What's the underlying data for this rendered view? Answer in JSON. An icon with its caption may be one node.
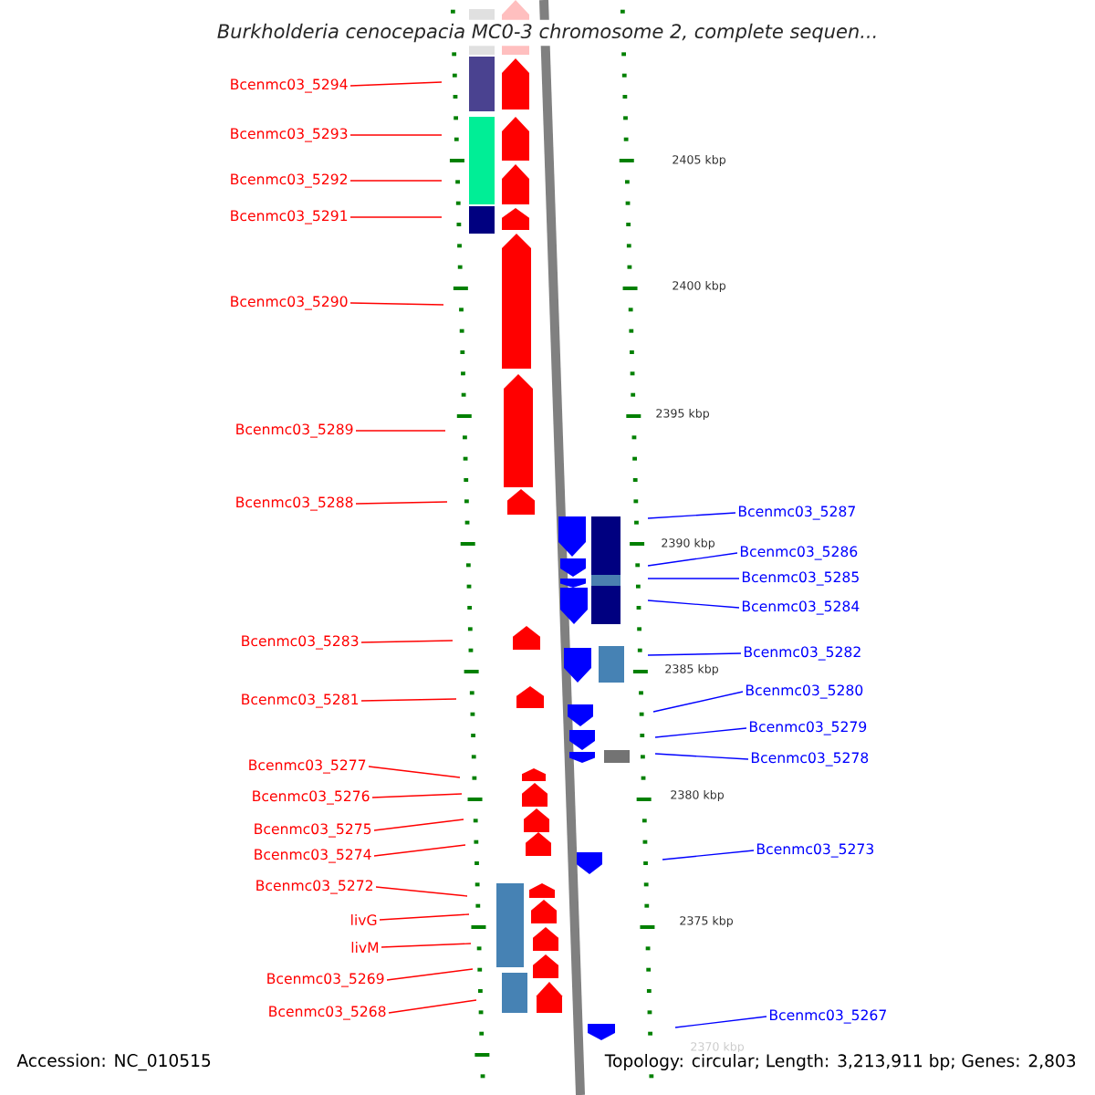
{
  "diagram": {
    "title": "*Burkholderia cenocepacia* MC0-3 chromosome 2, complete sequen...",
    "nodes": [
      {
        "text": [
          "Bcenmc03_5294"
        ]
      },
      {
        "text": [
          "Bcenmc03_5293"
        ]
      },
      {
        "text": [
          "Bcenmc03_5292"
        ]
      },
      {
        "text": [
          "Bcenmc03_5291"
        ]
      },
      {
        "text": [
          "Bcenmc03_5290"
        ]
      },
      {
        "text": [
          "Bcenmc03_5289"
        ]
      },
      {
        "text": [
          "Bcenmc03_5288"
        ]
      },
      {
        "text": [
          "Bcenmc03_5283"
        ]
      },
      {
        "text": [
          "Bcenmc03_5281"
        ]
      },
      {
        "text": [
          "Bcenmc03_5277"
        ]
      },
      {
        "text": [
          "Bcenmc03_5276"
        ]
      },
      {
        "text": [
          "Bcenmc03_5275"
        ]
      },
      {
        "text": [
          "Bcenmc03_5274"
        ]
      },
      {
        "text": [
          "Bcenmc03_5272"
        ]
      },
      {
        "text": [
          "livG"
        ]
      },
      {
        "text": [
          "livM"
        ]
      },
      {
        "text": [
          "Bcenmc03_5269"
        ]
      },
      {
        "text": [
          "Bcenmc03_5268"
        ]
      },
      {
        "text": [
          "Bcenmc03_5287"
        ]
      },
      {
        "text": [
          "Bcenmc03_5286"
        ]
      },
      {
        "text": [
          "Bcenmc03_5285"
        ]
      },
      {
        "text": [
          "Bcenmc03_5284"
        ]
      },
      {
        "text": [
          "Bcenmc03_5282"
        ]
      },
      {
        "text": [
          "Bcenmc03_5280"
        ]
      },
      {
        "text": [
          "Bcenmc03_5279"
        ]
      },
      {
        "text": [
          "Bcenmc03_5278"
        ]
      },
      {
        "text": [
          "Bcenmc03_5273"
        ]
      },
      {
        "text": [
          "Bcenmc03_5267"
        ]
      }
    ],
    "edges": [
      {
        "from": 0,
        "to": null,
        "arrow": "none"
      },
      {
        "from": 1,
        "to": null,
        "arrow": "none"
      },
      {
        "from": 2,
        "to": null,
        "arrow": "none"
      },
      {
        "from": 3,
        "to": null,
        "arrow": "none"
      },
      {
        "from": 4,
        "to": null,
        "arrow": "none"
      },
      {
        "from": 5,
        "to": null,
        "arrow": "none"
      },
      {
        "from": 6,
        "to": null,
        "arrow": "none"
      },
      {
        "from": 7,
        "to": null,
        "arrow": "none"
      },
      {
        "from": 8,
        "to": null,
        "arrow": "none"
      },
      {
        "from": 9,
        "to": null,
        "arrow": "none"
      },
      {
        "from": 10,
        "to": null,
        "arrow": "none"
      },
      {
        "from": 11,
        "to": null,
        "arrow": "none"
      },
      {
        "from": 12,
        "to": null,
        "arrow": "none"
      },
      {
        "from": 13,
        "to": null,
        "arrow": "none"
      },
      {
        "from": 14,
        "to": null,
        "arrow": "none"
      },
      {
        "from": 15,
        "to": null,
        "arrow": "none"
      },
      {
        "from": 16,
        "to": null,
        "arrow": "none"
      },
      {
        "from": 17,
        "to": null,
        "arrow": "none"
      },
      {
        "from": 18,
        "to": null,
        "arrow": "none",
        "color": "#0000ff"
      },
      {
        "from": 19,
        "to": null,
        "arrow": "none",
        "color": "#0000ff"
      },
      {
        "from": 20,
        "to": null,
        "arrow": "none",
        "color": "#0000ff"
      },
      {
        "from": 21,
        "to": null,
        "arrow": "none",
        "color": "#0000ff"
      },
      {
        "from": 22,
        "to": null,
        "arrow": "none",
        "color": "#0000ff"
      },
      {
        "from": 23,
        "to": null,
        "arrow": "none",
        "color": "#0000ff"
      },
      {
        "from": 24,
        "to": null,
        "arrow": "none",
        "color": "#0000ff"
      },
      {
        "from": 25,
        "to": null,
        "arrow": "none",
        "color": "#0000ff"
      },
      {
        "from": 26,
        "to": null,
        "arrow": "none",
        "color": "#0000ff"
      },
      {
        "from": 27,
        "to": null,
        "arrow": "none",
        "color": "#0000ff"
      }
    ],
    "labels": [
      "2405 kbp",
      "2400 kbp",
      "2395 kbp",
      "2390 kbp",
      "2385 kbp",
      "2380 kbp",
      "2375 kbp",
      "2370 kbp",
      "Accession: NC_010515",
      "Topology: circular; Length: 3,213,911 bp; Genes: 2,803"
    ]
  }
}
